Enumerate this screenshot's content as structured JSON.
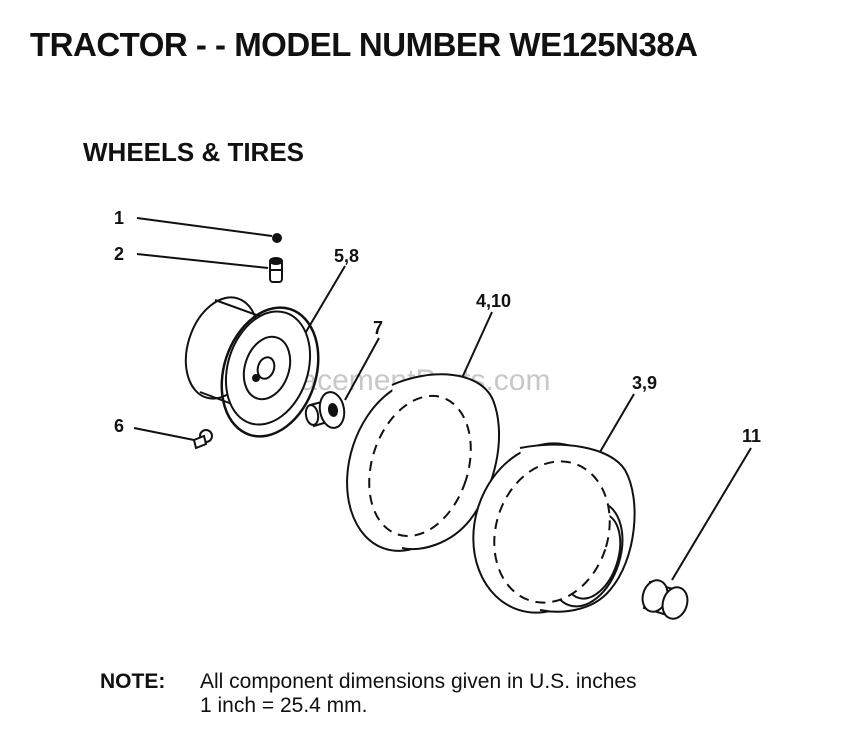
{
  "title": "TRACTOR - - MODEL NUMBER WE125N38A",
  "section": "WHEELS & TIRES",
  "watermark": "eReplacementParts.com",
  "callouts": [
    {
      "id": "c1",
      "text": "1"
    },
    {
      "id": "c2",
      "text": "2"
    },
    {
      "id": "c58",
      "text": "5,8"
    },
    {
      "id": "c7",
      "text": "7"
    },
    {
      "id": "c410",
      "text": "4,10"
    },
    {
      "id": "c39",
      "text": "3,9"
    },
    {
      "id": "c6",
      "text": "6"
    },
    {
      "id": "c11",
      "text": "11"
    }
  ],
  "note": {
    "label": "NOTE:",
    "line1": "All component dimensions given in U.S. inches",
    "line2": "1 inch = 25.4 mm."
  }
}
